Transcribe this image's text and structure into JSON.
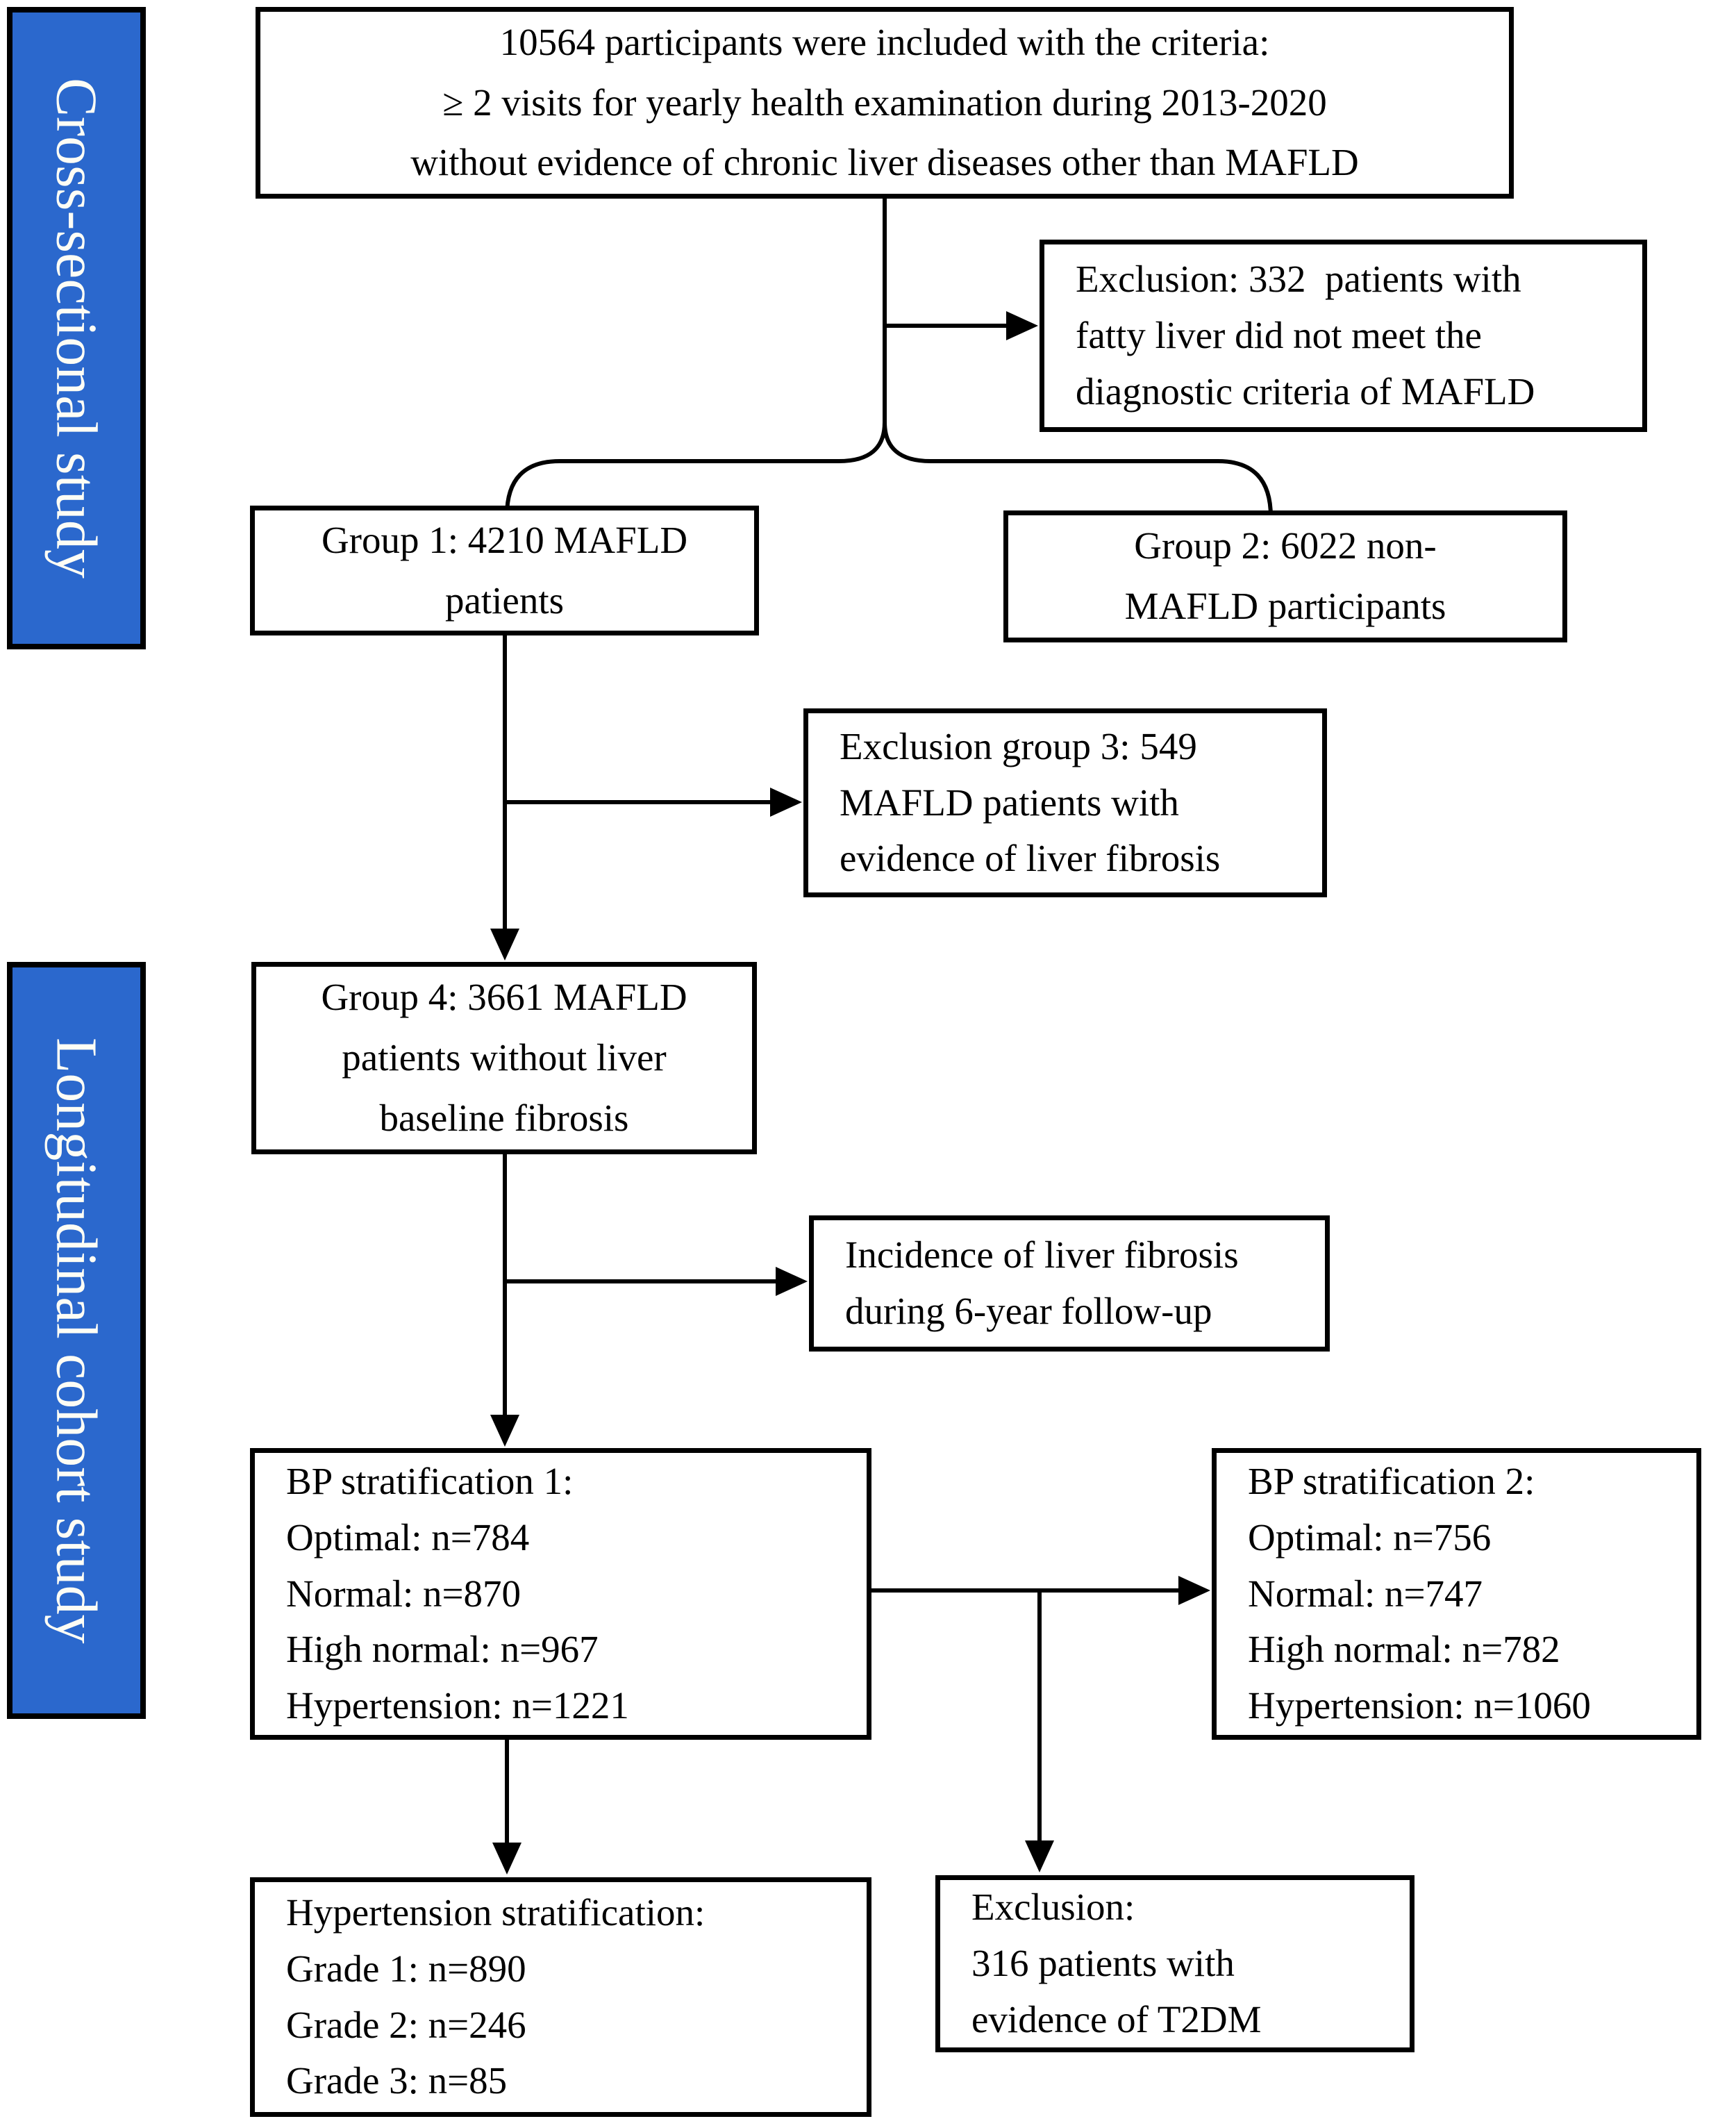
{
  "colors": {
    "sidebar_fill": "#2b68cd",
    "sidebar_text": "#fdfdf5",
    "box_border": "#000000",
    "box_fill": "#ffffff",
    "connector": "#000000"
  },
  "sidebars": {
    "cross_sectional": {
      "label": "Cross-sectional study"
    },
    "longitudinal": {
      "label": "Longitudinal cohort study"
    }
  },
  "boxes": {
    "inclusion": {
      "text": "10564 participants were included with the criteria:\n≥ 2 visits for yearly health examination during 2013-2020\nwithout evidence of chronic liver diseases other than MAFLD"
    },
    "exclusion_mafld": {
      "text": "Exclusion: 332  patients with\nfatty liver did not meet the\ndiagnostic criteria of MAFLD"
    },
    "group1": {
      "text": "Group 1: 4210 MAFLD\npatients"
    },
    "group2": {
      "text": "Group 2: 6022 non-\nMAFLD participants"
    },
    "exclusion_group3": {
      "text": "Exclusion group 3: 549\nMAFLD patients with\nevidence of liver fibrosis"
    },
    "group4": {
      "text": "Group 4: 3661 MAFLD\npatients without liver\nbaseline fibrosis"
    },
    "incidence": {
      "text": "Incidence of liver fibrosis\nduring 6-year follow-up"
    },
    "bp_strat1": {
      "text": "BP stratification 1:\nOptimal: n=784\nNormal: n=870\nHigh normal: n=967\nHypertension: n=1221"
    },
    "bp_strat2": {
      "text": "BP stratification 2:\nOptimal: n=756\nNormal: n=747\nHigh normal: n=782\nHypertension: n=1060"
    },
    "hypertension_strat": {
      "text": "Hypertension stratification:\nGrade 1: n=890\nGrade 2: n=246\nGrade 3: n=85"
    },
    "exclusion_t2dm": {
      "text": "Exclusion:\n316 patients with\nevidence of T2DM"
    }
  }
}
